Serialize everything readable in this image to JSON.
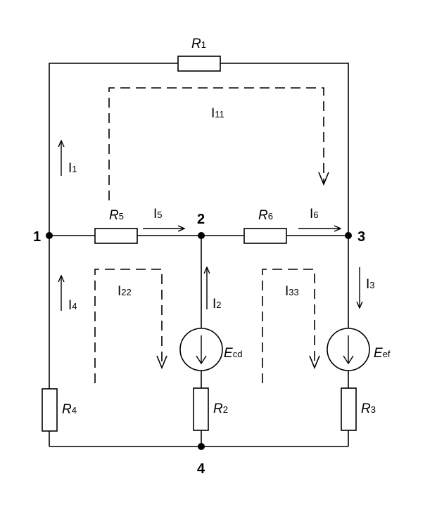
{
  "nodes": {
    "n1": "1",
    "n2": "2",
    "n3": "3",
    "n4": "4"
  },
  "resistors": {
    "r1": {
      "letter": "R",
      "sub": "1"
    },
    "r2": {
      "letter": "R",
      "sub": "2"
    },
    "r3": {
      "letter": "R",
      "sub": "3"
    },
    "r4": {
      "letter": "R",
      "sub": "4"
    },
    "r5": {
      "letter": "R",
      "sub": "5"
    },
    "r6": {
      "letter": "R",
      "sub": "6"
    }
  },
  "sources": {
    "ecd": {
      "letter": "E",
      "sub": "cd"
    },
    "eef": {
      "letter": "E",
      "sub": "ef"
    }
  },
  "currents": {
    "i1": {
      "letter": "I",
      "sub": "1"
    },
    "i2": {
      "letter": "I",
      "sub": "2"
    },
    "i3": {
      "letter": "I",
      "sub": "3"
    },
    "i4": {
      "letter": "I",
      "sub": "4"
    },
    "i5": {
      "letter": "I",
      "sub": "5"
    },
    "i6": {
      "letter": "I",
      "sub": "6"
    }
  },
  "loops": {
    "l11": {
      "letter": "I",
      "sub": "11"
    },
    "l22": {
      "letter": "I",
      "sub": "22"
    },
    "l33": {
      "letter": "I",
      "sub": "33"
    }
  }
}
